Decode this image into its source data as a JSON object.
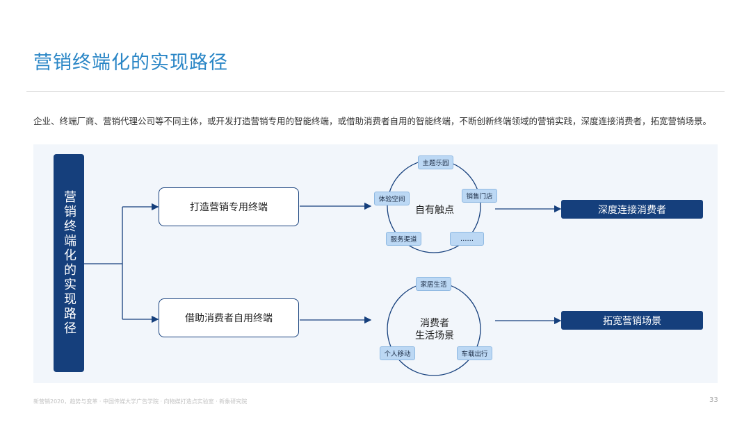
{
  "title": "营销终端化的实现路径",
  "intro": "企业、终端厂商、营销代理公司等不同主体，或开发打造营销专用的智能终端，或借助消费者自用的智能终端，不断创新终端领域的营销实践，深度连接消费者，拓宽营销场景。",
  "side_label": "营销终端化的实现路径",
  "paths": [
    {
      "box": "打造营销专用终端",
      "center": "自有触点",
      "tags": [
        "主题乐园",
        "销售门店",
        "体验空间",
        "服务渠道",
        "……"
      ],
      "outcome": "深度连接消费者"
    },
    {
      "box": "借助消费者自用终端",
      "center_line1": "消费者",
      "center_line2": "生活场景",
      "tags": [
        "家居生活",
        "个人移动",
        "车载出行"
      ],
      "outcome": "拓宽营销场景"
    }
  ],
  "footer": "新营销2020，趋势与变革 · 中国传媒大学广告学院 · 向物媒打造点实验室 · 新象研究院",
  "page_number": "33",
  "colors": {
    "title": "#2a86c6",
    "navy": "#153f7c",
    "tag": "#bcd8f4",
    "panel": "#f2f6fb"
  }
}
